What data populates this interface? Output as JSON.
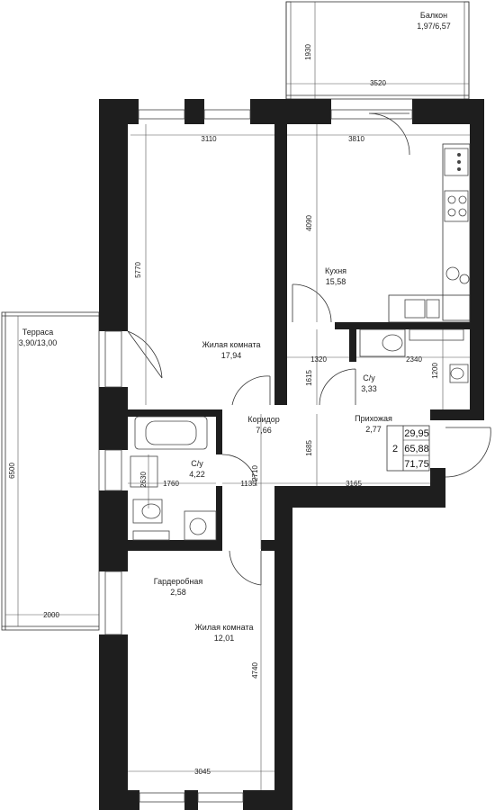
{
  "rooms": {
    "balcony": {
      "name": "Балкон",
      "area": "1,97/6,57"
    },
    "terrace": {
      "name": "Терраса",
      "area": "3,90/13,00"
    },
    "kitchen": {
      "name": "Кухня",
      "area": "15,58"
    },
    "living1": {
      "name": "Жилая комната",
      "area": "17,94"
    },
    "corridor": {
      "name": "Коридор",
      "area": "7,66"
    },
    "hall": {
      "name": "Прихожая",
      "area": "2,77"
    },
    "bath1": {
      "name": "С/у",
      "area": "3,33"
    },
    "bath2": {
      "name": "С/у",
      "area": "4,22"
    },
    "wardrobe": {
      "name": "Гардеробная",
      "area": "2,58"
    },
    "living2": {
      "name": "Жилая комната",
      "area": "12,01"
    }
  },
  "dimensions": {
    "d1930": "1930",
    "d3520": "3520",
    "d3110": "3110",
    "d3810": "3810",
    "d4090": "4090",
    "d5770": "5770",
    "d1320": "1320",
    "d2340": "2340",
    "d1615": "1615",
    "d1200": "1200",
    "d1685": "1685",
    "d2630": "2630",
    "d1760": "1760",
    "d1135": "1135",
    "d2710": "2710",
    "d3165": "3165",
    "d6500": "6500",
    "d2000": "2000",
    "d4740": "4740",
    "d3045": "3045"
  },
  "summary": {
    "rooms_count": "2",
    "area_living": "29,95",
    "area_total": "65,88",
    "area_with_balcony": "71,75"
  }
}
